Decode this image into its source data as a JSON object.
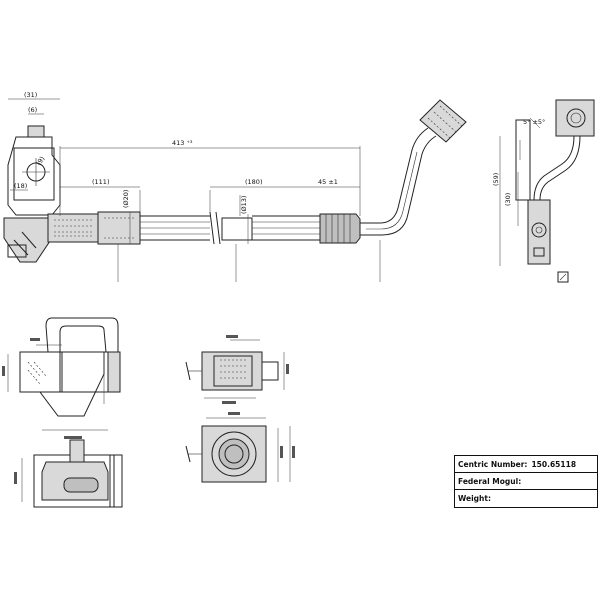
{
  "dimensions": {
    "d31": "(31)",
    "d6": "(6)",
    "d9": "(9)",
    "d18": "(18)",
    "d413": "413 ⁺³",
    "d111": "(111)",
    "d20": "(Ø20)",
    "d180": "(180)",
    "d13": "(Ø13)",
    "d45": "45 ±1",
    "d5deg": "5° ±5°",
    "d59": "(59)",
    "d30": "(30)"
  },
  "title_block": {
    "centric_label": "Centric Number:",
    "centric_value": "150.65118",
    "federal_label": "Federal Mogul:",
    "federal_value": "",
    "weight_label": "Weight:",
    "weight_value": ""
  }
}
